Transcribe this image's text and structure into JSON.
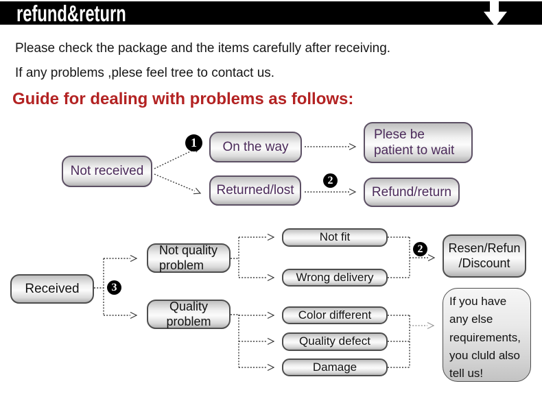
{
  "banner": {
    "title": "refund&return",
    "down_arrow_icon": "down-arrow",
    "bg_color": "#000000",
    "text_color": "#ffffff"
  },
  "intro": {
    "line1": "Please check the package and the items carefully after receiving.",
    "line2": "If any problems ,plese feel tree to contact us."
  },
  "heading": {
    "text": "Guide for dealing with problems as follows:",
    "color": "#b32222"
  },
  "flow_not_received": {
    "nodes": {
      "not_received": "Not received",
      "on_the_way": "On the way",
      "plese_be_patient": "Plese be\npatient to wait",
      "returned_lost": "Returned/lost",
      "refund_return": "Refund/return"
    },
    "badges": {
      "step1": "1",
      "step2": "2"
    },
    "text_color": "#4b2a5a"
  },
  "flow_received": {
    "nodes": {
      "received": "Received",
      "not_quality_problem": "Not quality\nproblem",
      "quality_problem": "Quality\nproblem",
      "not_fit": "Not fit",
      "wrong_delivery": "Wrong delivery",
      "resen_refun_discount": "Resen/Refun\n/Discount",
      "color_different": "Color different",
      "quality_defect": "Quality defect",
      "damage": "Damage",
      "any_else": "If you have\nany else\nrequirements,\nyou cluld also\ntell us!"
    },
    "badges": {
      "step3": "3",
      "step2": "2"
    },
    "text_color": "#111111"
  }
}
